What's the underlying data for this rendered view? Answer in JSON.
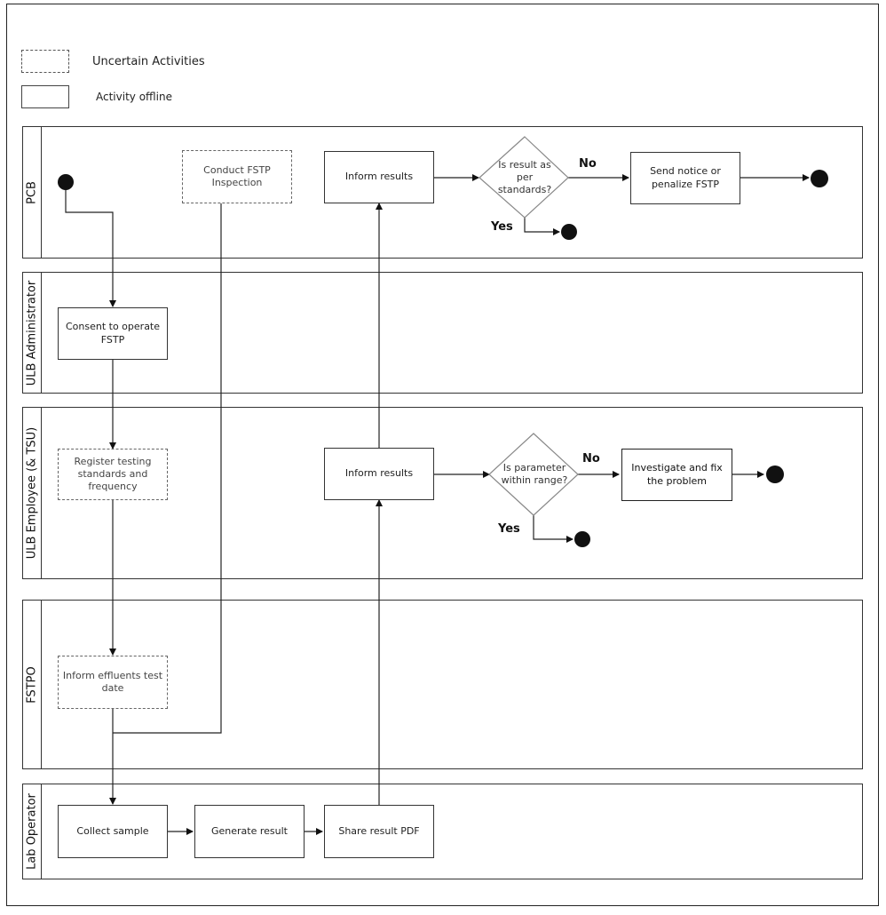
{
  "legend": {
    "uncertain_label": "Uncertain Activities",
    "offline_label": "Activity offline"
  },
  "lanes": {
    "pcb": "PCB",
    "ulb_admin": "ULB Administrator",
    "ulb_employee": "ULB Employee (& TSU)",
    "fstpo": "FSTPO",
    "lab_operator": "Lab Operator"
  },
  "activities": {
    "conduct_inspection": "Conduct FSTP Inspection",
    "inform_results_pcb": "Inform results",
    "send_notice": "Send notice or penalize FSTP",
    "consent": "Consent to operate FSTP",
    "register_standards": "Register testing standards and frequency",
    "inform_results_ulb": "Inform results",
    "investigate_fix": "Investigate and fix the problem",
    "inform_test_date": "Inform effluents test date",
    "collect_sample": "Collect sample",
    "generate_result": "Generate result",
    "share_pdf": "Share result PDF"
  },
  "decisions": {
    "pcb_decision": "Is result as per standards?",
    "ulb_decision": "Is parameter within range?"
  },
  "branches": {
    "pcb_no": "No",
    "pcb_yes": "Yes",
    "ulb_no": "No",
    "ulb_yes": "Yes"
  }
}
